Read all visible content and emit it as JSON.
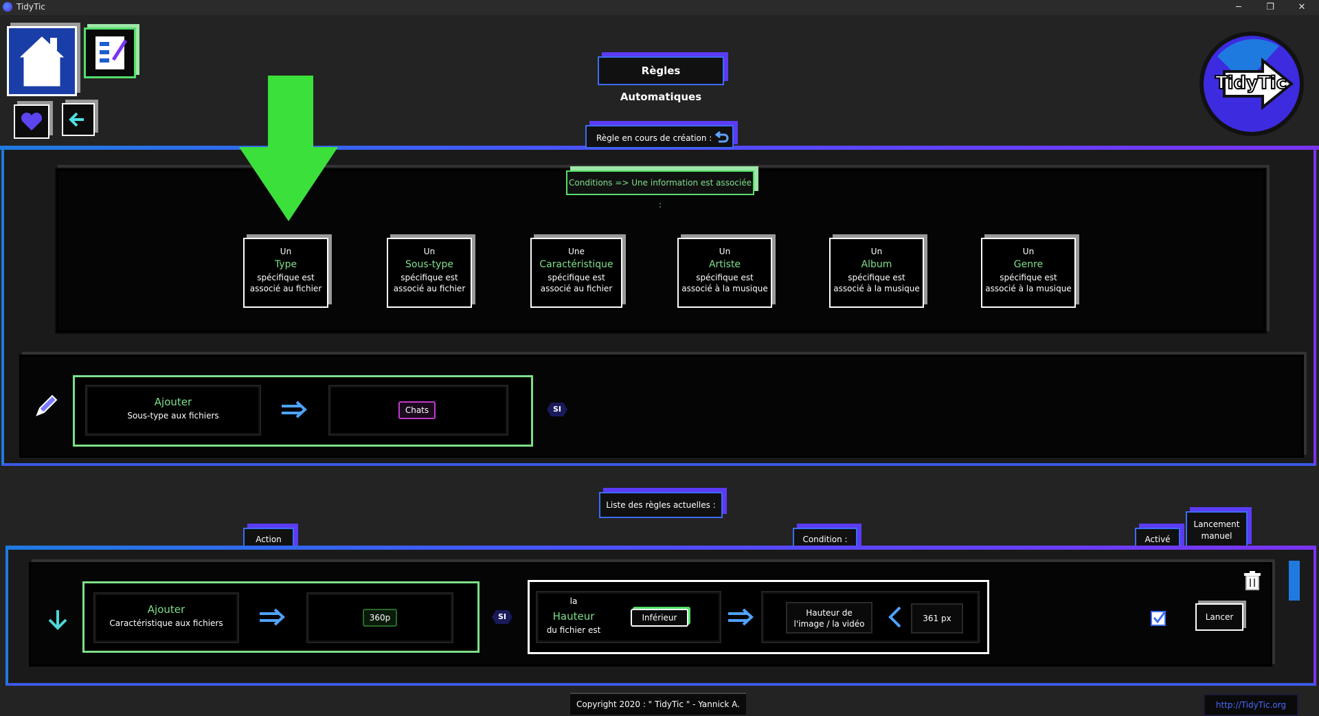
{
  "window": {
    "title": "TidyTic",
    "minimize": "─",
    "restore": "❐",
    "close": "✕"
  },
  "header": {
    "title": "Règles Automatiques",
    "logo_text": "TidyTic"
  },
  "creation": {
    "title": "Règle en cours de création :",
    "conditions_title": "Conditions => Une information est associée :",
    "tiles": [
      {
        "top": "Un",
        "word": "Type",
        "l1": "spécifique est",
        "l2": "associé au fichier"
      },
      {
        "top": "Un",
        "word": "Sous-type",
        "l1": "spécifique est",
        "l2": "associé au fichier"
      },
      {
        "top": "Une",
        "word": "Caractéristique",
        "l1": "spécifique est",
        "l2": "associé au fichier"
      },
      {
        "top": "Un",
        "word": "Artiste",
        "l1": "spécifique est",
        "l2": "associé à la musique"
      },
      {
        "top": "Un",
        "word": "Album",
        "l1": "spécifique est",
        "l2": "associé à la musique"
      },
      {
        "top": "Un",
        "word": "Genre",
        "l1": "spécifique est",
        "l2": "associé à la musique"
      }
    ],
    "action": {
      "verb": "Ajouter",
      "target": "Sous-type aux fichiers",
      "value": "Chats",
      "si": "SI"
    }
  },
  "rules": {
    "title": "Liste des règles actuelles :",
    "headers": {
      "action": "Action",
      "condition": "Condition :",
      "active": "Activé",
      "manual_line1": "Lancement",
      "manual_line2": "manuel"
    },
    "row": {
      "verb": "Ajouter",
      "target": "Caractéristique aux fichiers",
      "value": "360p",
      "si": "SI",
      "cond_l1": "la",
      "cond_word": "Hauteur",
      "cond_l3": "du fichier est",
      "operator": "Inférieur",
      "field_l1": "Hauteur de",
      "field_l2": "l'image / la vidéo",
      "comparison_value": "361 px",
      "launch": "Lancer"
    }
  },
  "footer": {
    "copyright": "Copyright 2020 : \" TidyTic \" - Yannick A.",
    "link": "http://TidyTic.org"
  },
  "colors": {
    "accent_blue": "#3c6df5",
    "accent_purple": "#7a34f0",
    "green": "#52e06a",
    "arrow_green": "#3be03b"
  }
}
